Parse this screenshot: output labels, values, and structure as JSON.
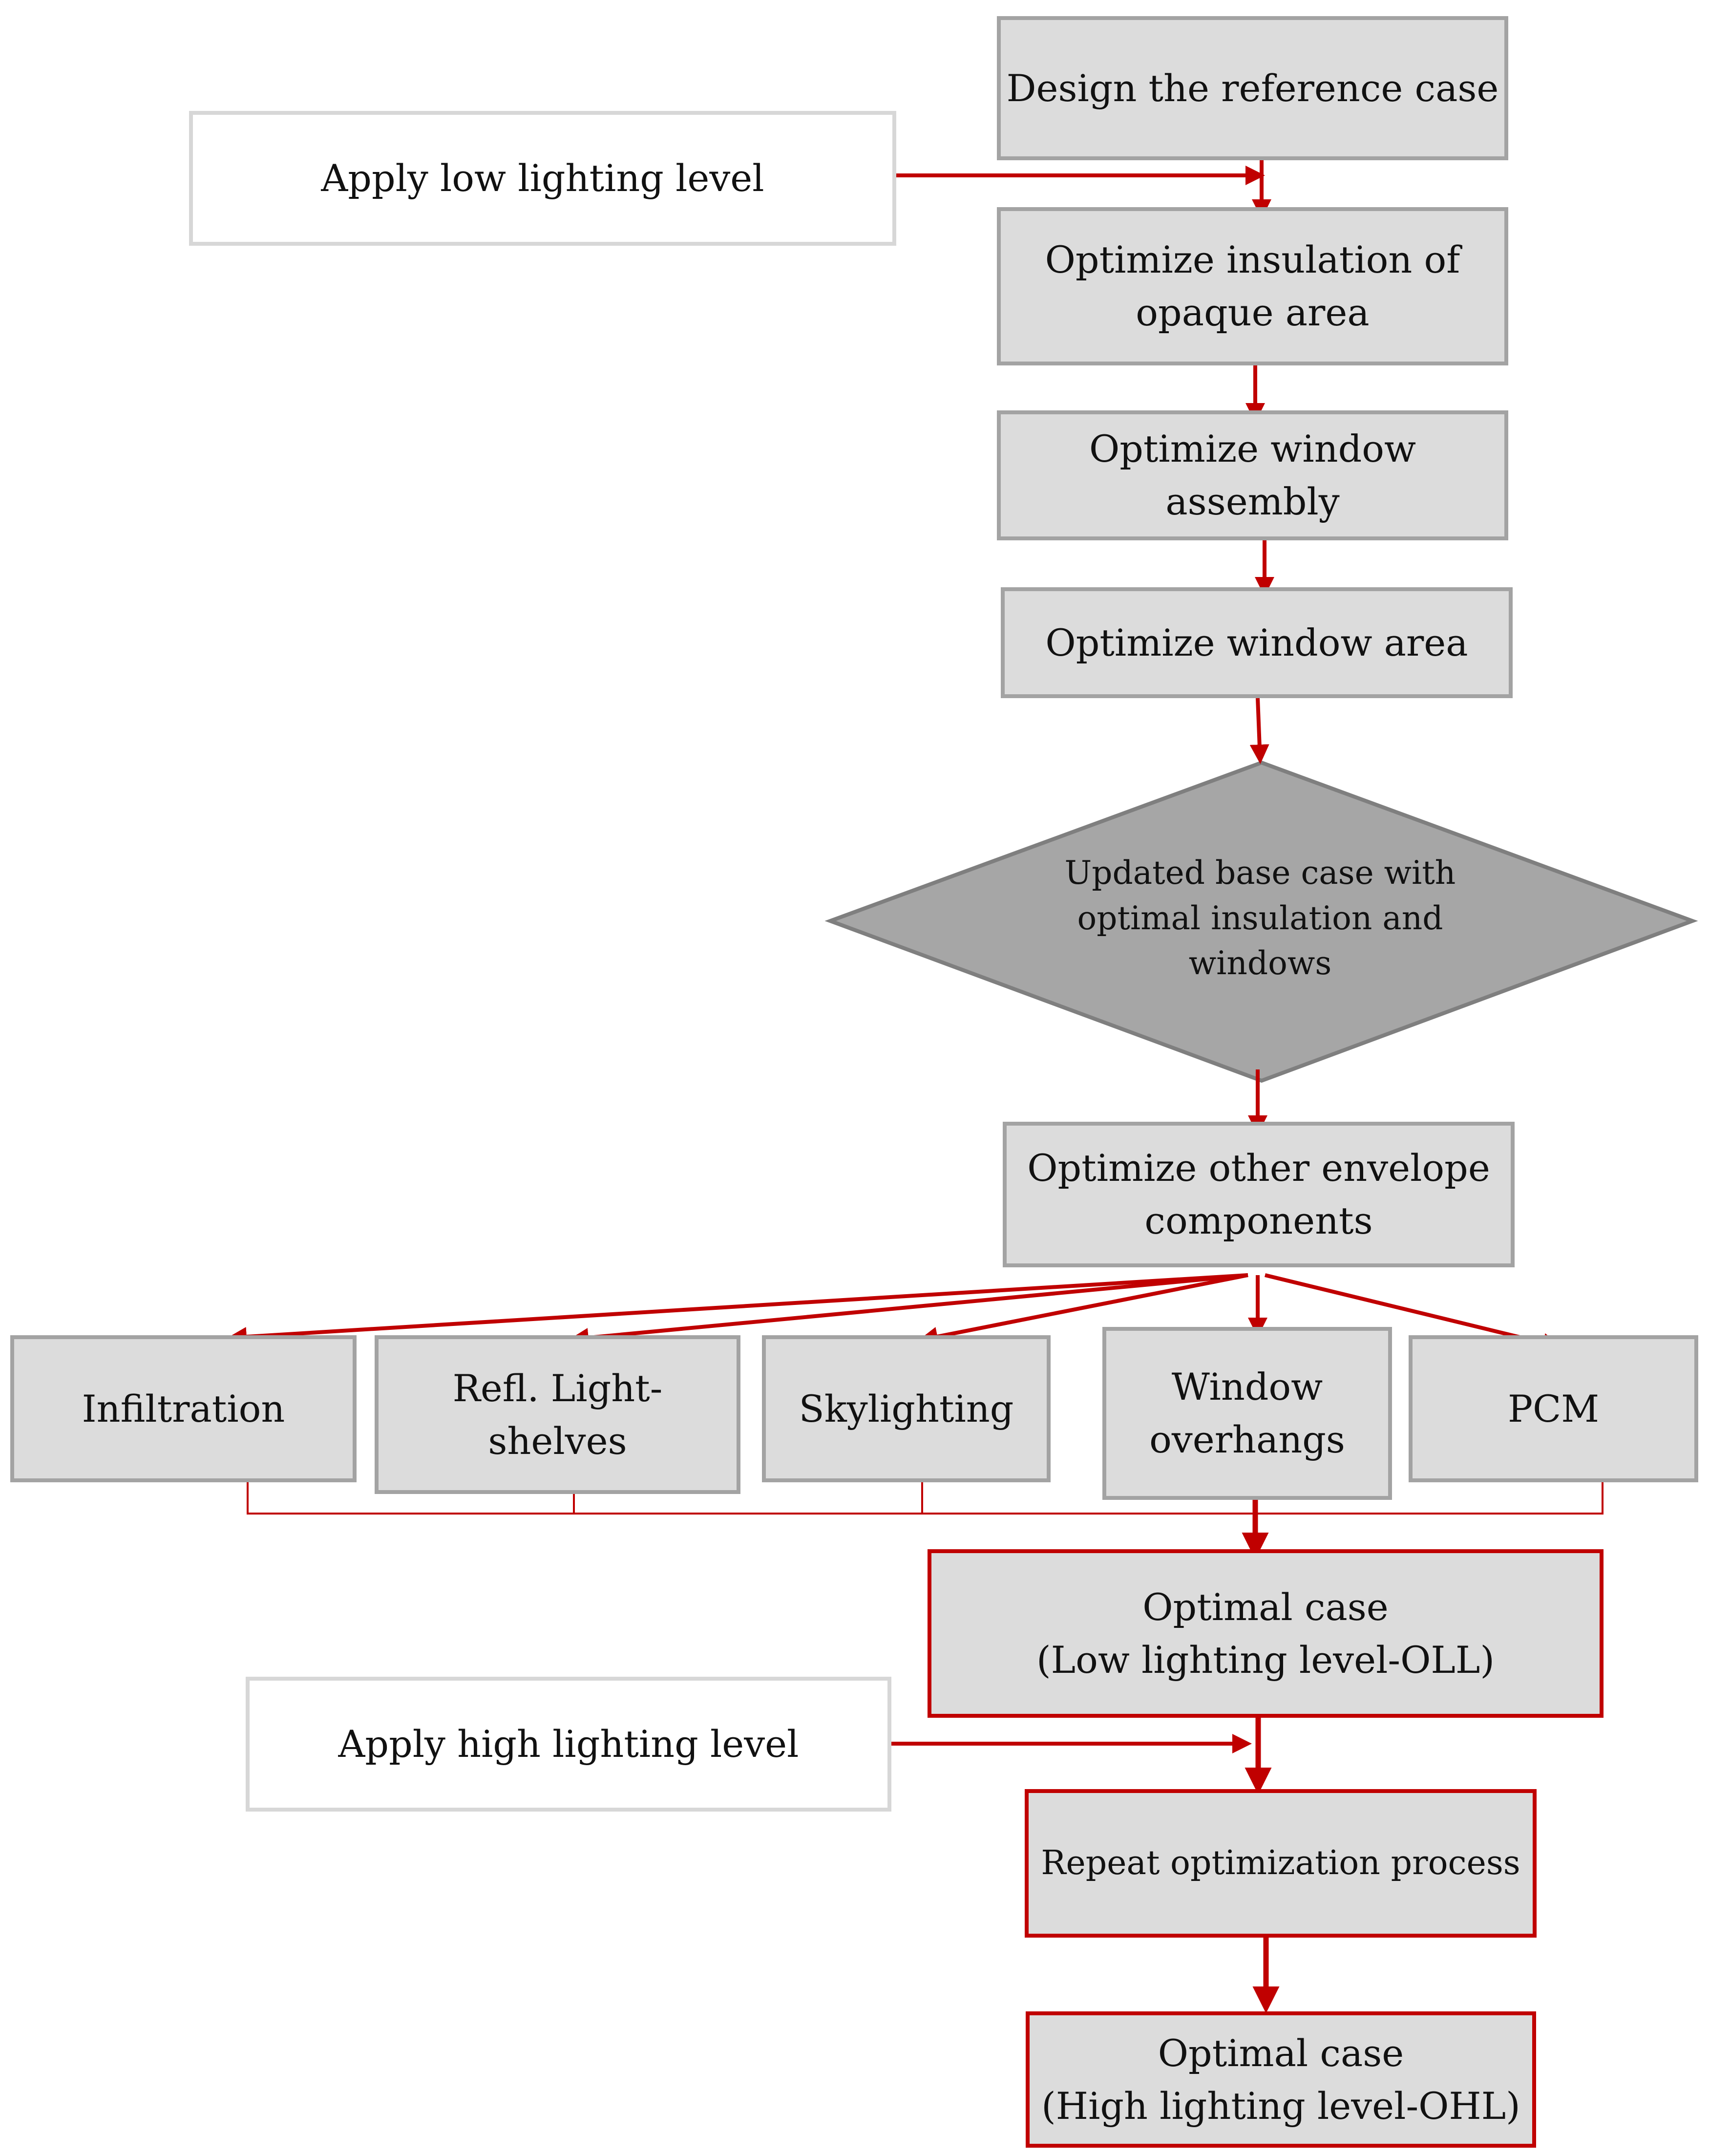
{
  "colors": {
    "connector": "#c00000",
    "box_fill": "#dcdcdc",
    "box_border": "#a3a3a3",
    "input_border": "#d7d7d7",
    "highlight_border": "#c00000",
    "decision_fill": "#a6a6a6",
    "decision_border": "#7f7f7f"
  },
  "nodes": {
    "reference": "Design the reference case",
    "low_lighting": "Apply low lighting level",
    "insulation": "Optimize insulation of\nopaque area",
    "window_assembly": "Optimize window\nassembly",
    "window_area": "Optimize window area",
    "decision": "Updated base case with\noptimal insulation and\nwindows",
    "other_envelope": "Optimize other envelope\ncomponents",
    "infiltration": "Infiltration",
    "light_shelves": "Refl. Light-\nshelves",
    "skylighting": "Skylighting",
    "window_overhangs": "Window\noverhangs",
    "pcm": "PCM",
    "optimal_oll": "Optimal case\n(Low lighting level-OLL)",
    "high_lighting": "Apply high lighting level",
    "repeat": "Repeat optimization process",
    "optimal_ohl": "Optimal case\n(High lighting level-OHL)"
  }
}
